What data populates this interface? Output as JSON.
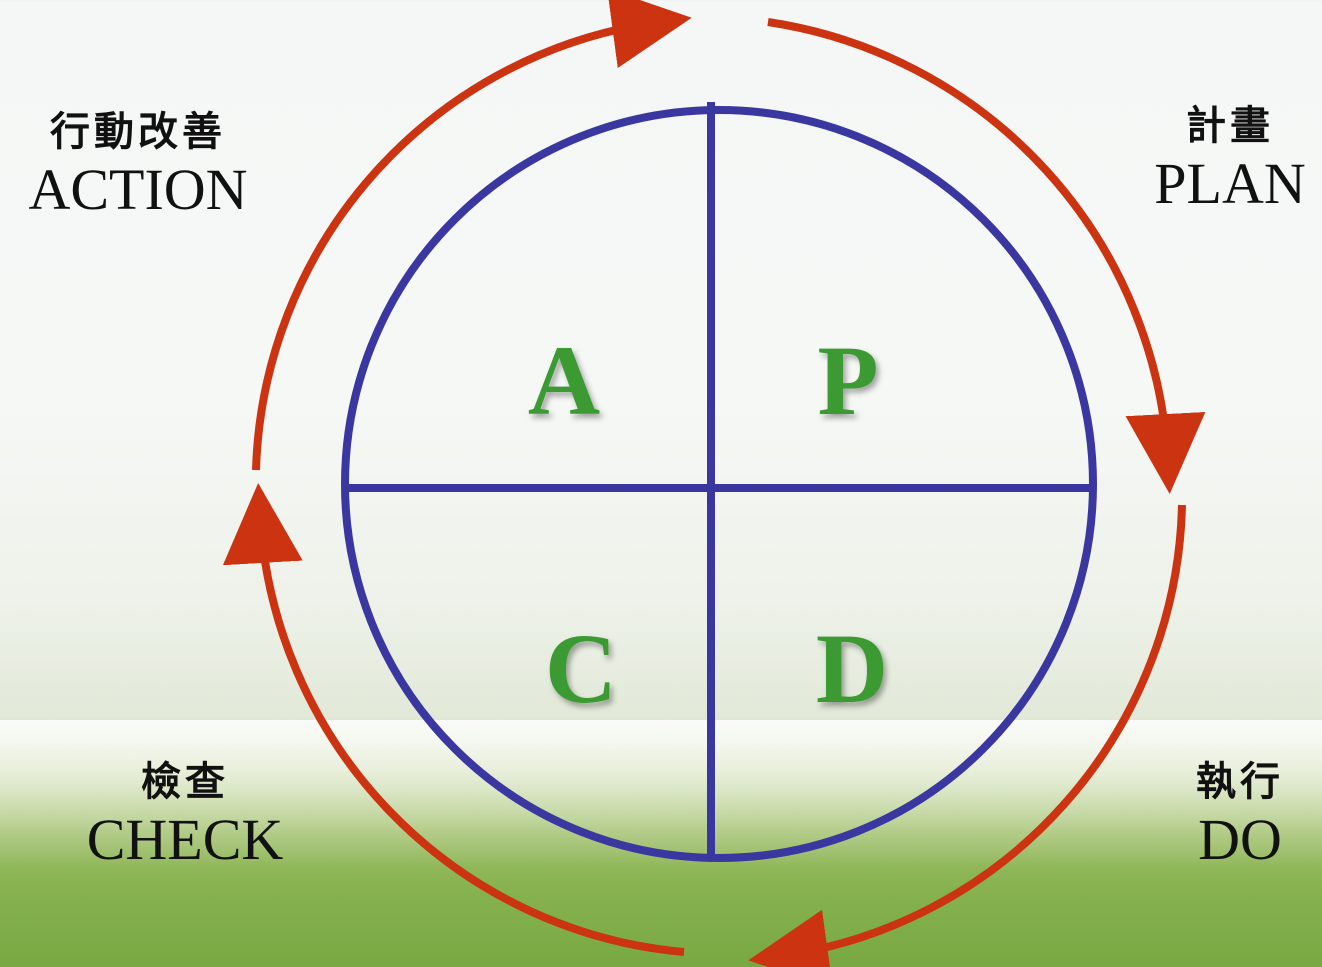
{
  "colors": {
    "cycle_arrow": "#cc3311",
    "inner_circle": "#3a37a0",
    "quadrant_letter": "#3a9a32"
  },
  "quadrants": {
    "top_left": "A",
    "top_right": "P",
    "bottom_left": "C",
    "bottom_right": "D"
  },
  "stages": {
    "action": {
      "zh": "行動改善",
      "en": "ACTION"
    },
    "plan": {
      "zh": "計畫",
      "en": "PLAN"
    },
    "check": {
      "zh": "檢查",
      "en": "CHECK"
    },
    "do": {
      "zh": "執行",
      "en": "DO"
    }
  }
}
